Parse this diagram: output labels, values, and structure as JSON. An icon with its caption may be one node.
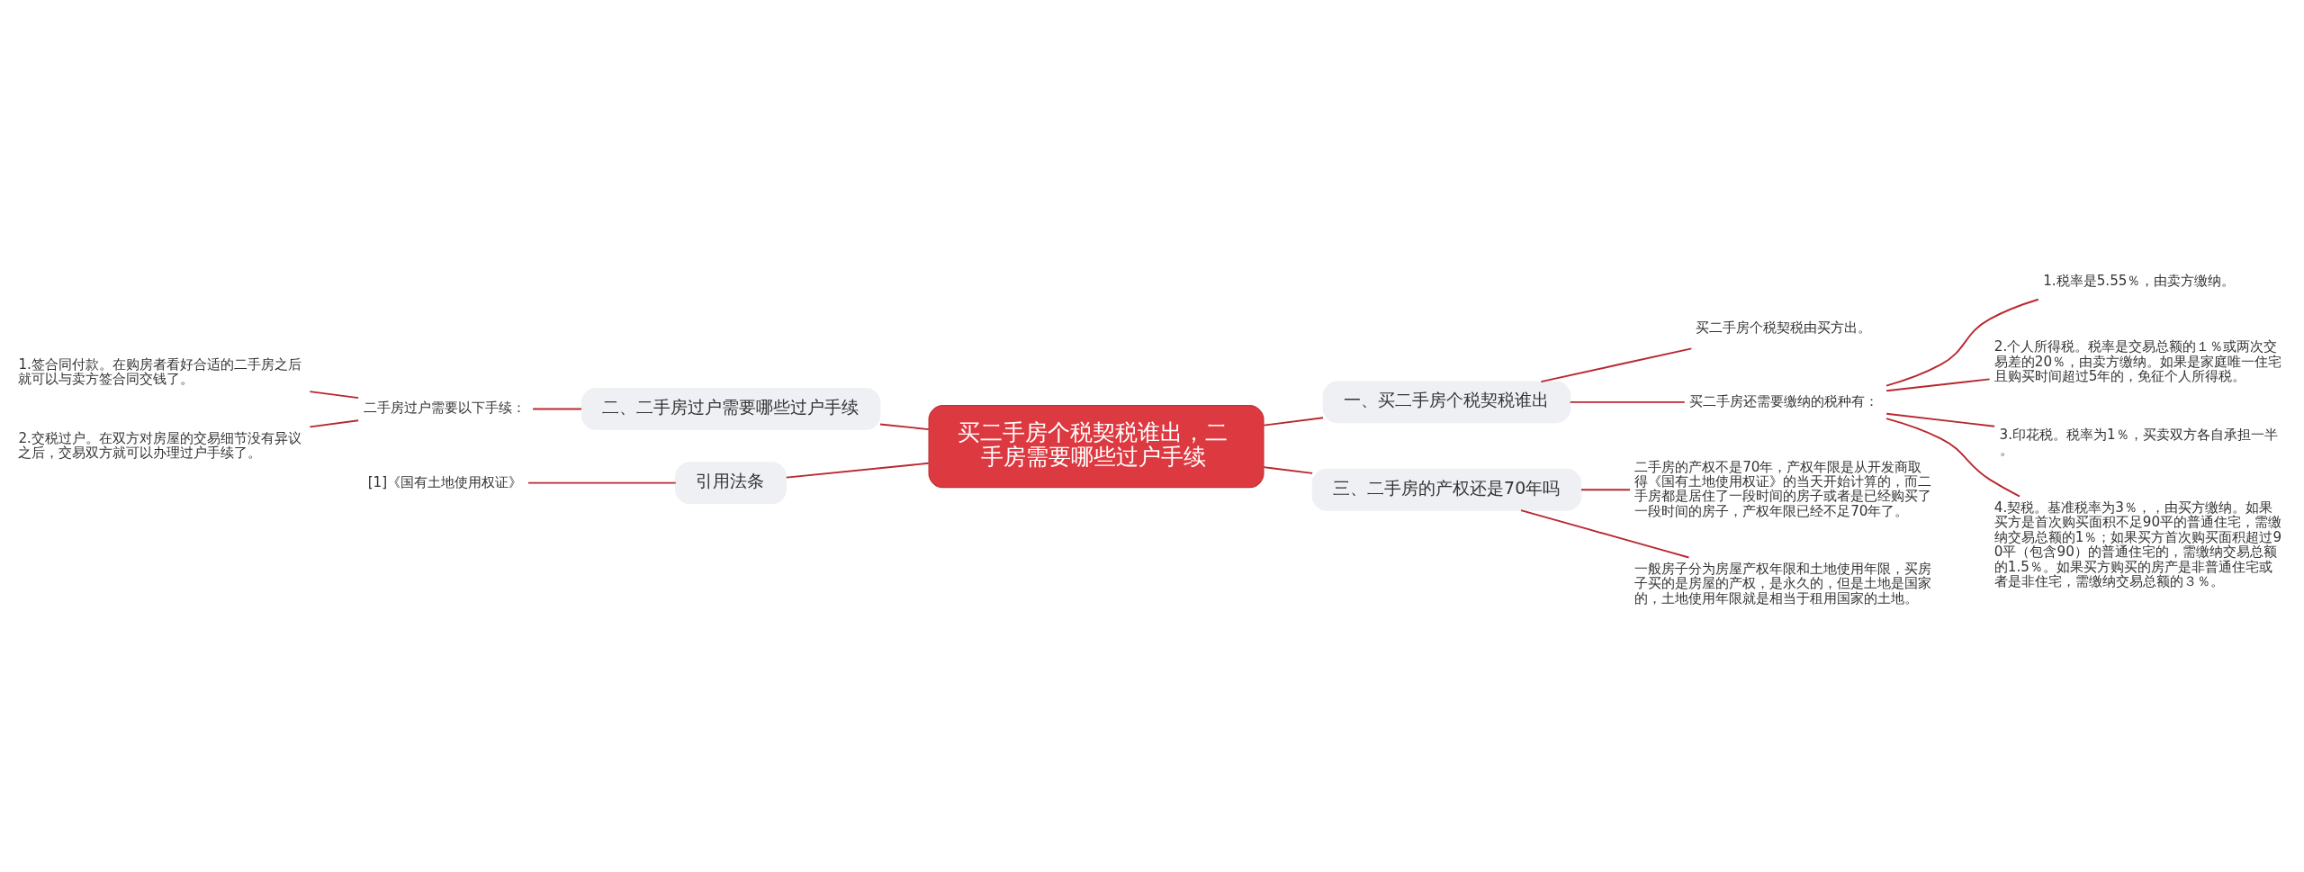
{
  "diagram": {
    "nodes": [
      {
        "text": [
          "买二手房个税契税谁出，二手房需要哪些过户手续"
        ]
      },
      {
        "text": [
          "一、买二手房个税契税谁出"
        ]
      },
      {
        "text": [
          "买二手房个税契税由买方出。"
        ]
      },
      {
        "text": [
          "买二手房还需要缴纳的税种有："
        ]
      },
      {
        "text": [
          "1.税率是5.55％，由卖方缴纳。"
        ]
      },
      {
        "text": [
          "2.个人所得税。税率是交易总额的１％或两次交易差的20％，由卖方缴纳。如果是家庭唯一住宅且购买时间超过5年的，免征个人所得税。"
        ]
      },
      {
        "text": [
          "3.印花税。税率为1％，买卖双方各自承担一半。"
        ]
      },
      {
        "text": [
          "4.契税。基准税率为3％，，由买方缴纳。如果买方是首次购买面积不足90平的普通住宅，需缴纳交易总额的1％；如果买方首次购买面积超过90平（包含90）的普通住宅的，需缴纳交易总额的1.5％。如果买方购买的房产是非普通住宅或者是非住宅，需缴纳交易总额的３％。"
        ]
      },
      {
        "text": [
          "二、二手房过户需要哪些过户手续"
        ]
      },
      {
        "text": [
          "二手房过户需要以下手续："
        ]
      },
      {
        "text": [
          "1.签合同付款。在购房者看好合适的二手房之后就可以与卖方签合同交钱了。"
        ]
      },
      {
        "text": [
          "2.交税过户。在双方对房屋的交易细节没有异议之后，交易双方就可以办理过户手续了。"
        ]
      },
      {
        "text": [
          "引用法条"
        ]
      },
      {
        "text": [
          "[1]《国有土地使用权证》"
        ]
      },
      {
        "text": [
          "三、二手房的产权还是70年吗"
        ]
      },
      {
        "text": [
          "二手房的产权不是70年，产权年限是从开发商取得《国有土地使用权证》的当天开始计算的，而二手房都是居住了一段时间的房子或者是已经购买了一段时间的房子，产权年限已经不足70年了。"
        ]
      },
      {
        "text": [
          "一般房子分为房屋产权年限和土地使用年限，买房子买的是房屋的产权，是永久的，但是土地是国家的，土地使用年限就是相当于租用国家的土地。"
        ]
      }
    ],
    "edges": [
      {
        "from": 0,
        "to": 1,
        "arrow": "none"
      },
      {
        "from": 1,
        "to": 2,
        "arrow": "none"
      },
      {
        "from": 1,
        "to": 3,
        "arrow": "none"
      },
      {
        "from": 3,
        "to": 4,
        "arrow": "none"
      },
      {
        "from": 3,
        "to": 5,
        "arrow": "none"
      },
      {
        "from": 3,
        "to": 6,
        "arrow": "none"
      },
      {
        "from": 3,
        "to": 7,
        "arrow": "none"
      },
      {
        "from": 0,
        "to": 8,
        "arrow": "none"
      },
      {
        "from": 8,
        "to": 9,
        "arrow": "none"
      },
      {
        "from": 9,
        "to": 10,
        "arrow": "none"
      },
      {
        "from": 9,
        "to": 11,
        "arrow": "none"
      },
      {
        "from": 0,
        "to": 12,
        "arrow": "none"
      },
      {
        "from": 12,
        "to": 13,
        "arrow": "none"
      },
      {
        "from": 0,
        "to": 14,
        "arrow": "none"
      },
      {
        "from": 14,
        "to": 15,
        "arrow": "none"
      },
      {
        "from": 14,
        "to": 16,
        "arrow": "none"
      }
    ]
  }
}
